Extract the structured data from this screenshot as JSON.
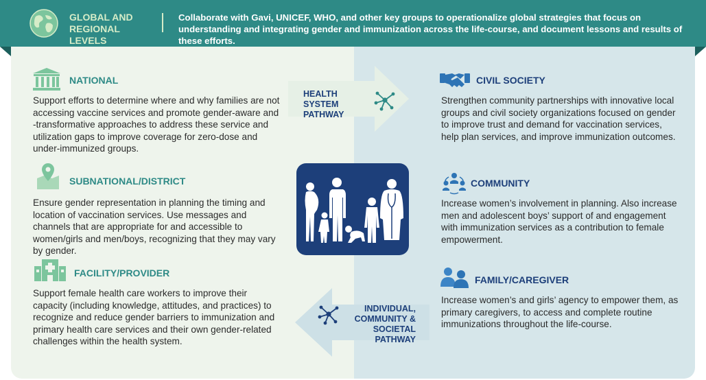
{
  "header": {
    "title": "GLOBAL AND REGIONAL LEVELS",
    "text": "Collaborate with Gavi, UNICEF, WHO, and other key groups to operationalize global strategies that focus on understanding and integrating gender and immunization across the life-course, and document lessons and results of these efforts."
  },
  "left": [
    {
      "title": "NATIONAL",
      "text": "Support efforts to determine where and why families are not accessing vaccine services and promote gender-aware and -transformative approaches to address these service and utilization gaps to improve coverage for zero-dose and under-immunized groups.",
      "icon": "government-building-icon"
    },
    {
      "title": "SUBNATIONAL/DISTRICT",
      "text": "Ensure gender representation in planning the timing and location of vaccination services. Use messages and channels that are appropriate for and accessible to women/girls and men/boys, recognizing that they may vary by gender.",
      "icon": "map-pin-icon"
    },
    {
      "title": "FACILITY/PROVIDER",
      "text": "Support female health care workers to improve their capacity (including knowledge, attitudes, and practices) to recognize and reduce gender barriers to immunization and primary health care services and their own gender-related challenges within the health system.",
      "icon": "health-facility-icon"
    }
  ],
  "right": [
    {
      "title": "CIVIL SOCIETY",
      "text": "Strengthen community partnerships with innovative local groups and civil society organizations focused on gender to improve trust and demand for vaccination services, help plan services, and improve immunization outcomes.",
      "icon": "handshake-icon"
    },
    {
      "title": "COMMUNITY",
      "text": "Increase women’s involvement in planning. Also increase men and adolescent boys’ support of and engagement with immunization services as a contribution to female empowerment.",
      "icon": "community-group-icon"
    },
    {
      "title": "FAMILY/CAREGIVER",
      "text": "Increase women’s and girls’ agency to empower them, as primary caregivers, to access and complete routine immunizations throughout the life-course.",
      "icon": "family-icon"
    }
  ],
  "arrows": {
    "top_label": "HEALTH SYSTEM PATHWAY",
    "bottom_label": "INDIVIDUAL, COMMUNITY & SOCIETAL PATHWAY"
  },
  "colors": {
    "banner": "#2e8a86",
    "teal_text": "#2e8a86",
    "navy": "#1d3f7a",
    "left_bg": "#eef4ec",
    "right_bg": "#d6e6ea"
  }
}
